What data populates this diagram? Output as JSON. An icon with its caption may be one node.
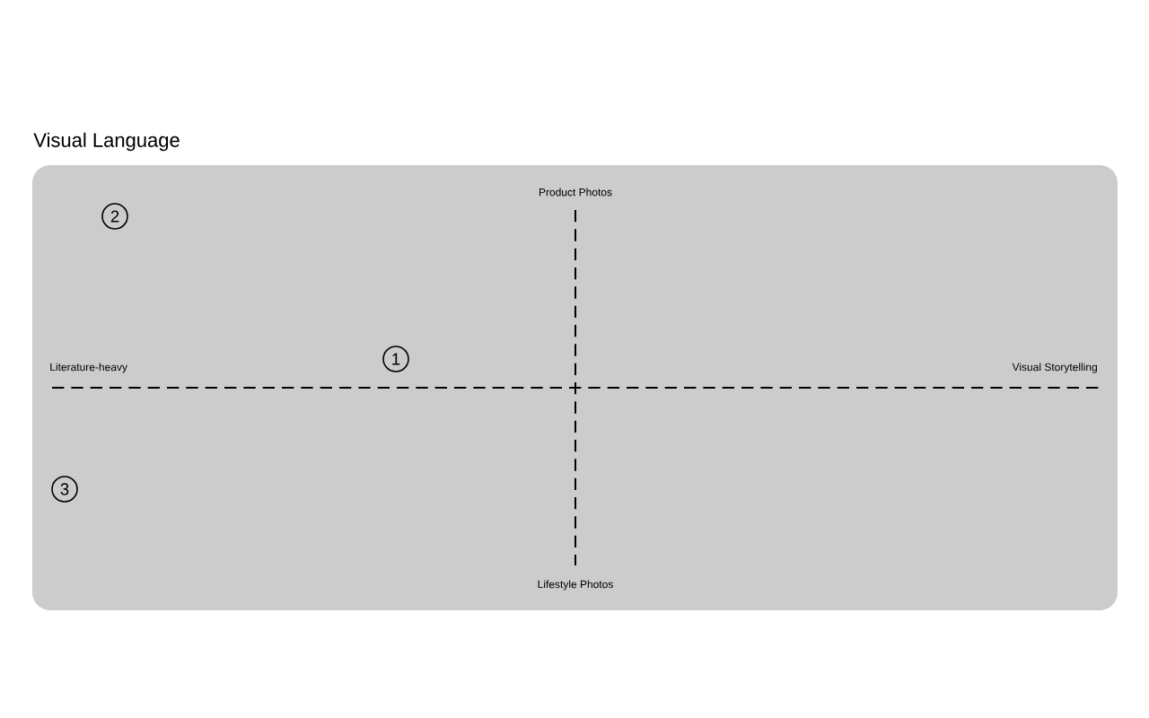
{
  "diagram": {
    "title": "Visual Language",
    "labels": [
      "Product Photos",
      "2",
      "1",
      "Literature-heavy",
      "Visual Storytelling",
      "3",
      "Lifestyle Photos"
    ]
  }
}
